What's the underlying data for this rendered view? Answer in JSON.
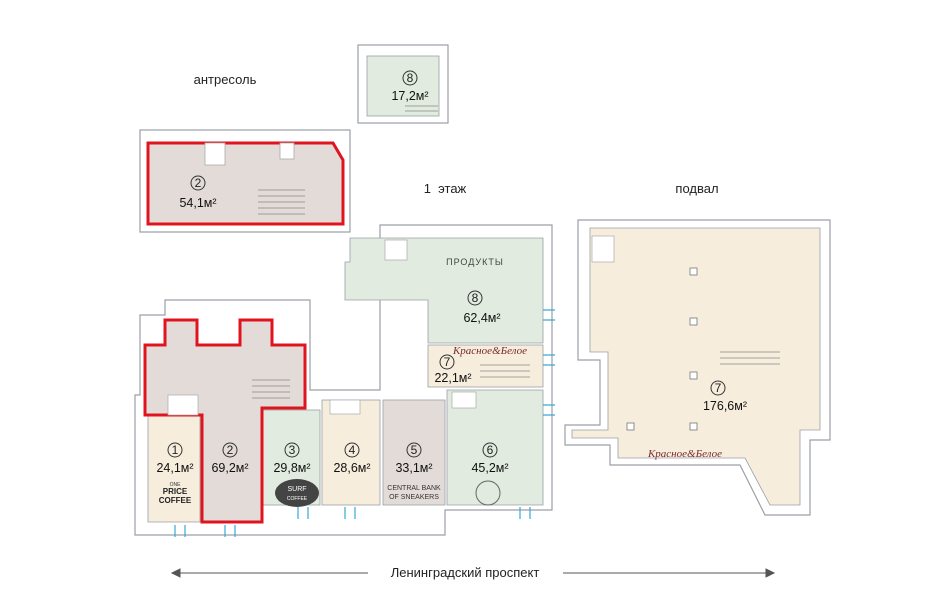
{
  "headings": {
    "mezzanine": "антресоль",
    "floor1": "1  этаж",
    "basement": "подвал",
    "street": "Ленинградский проспект"
  },
  "units": {
    "mezz_2": {
      "num": "2",
      "area": "54,1м²"
    },
    "top_8": {
      "num": "8",
      "area": "17,2м²"
    },
    "u1": {
      "num": "1",
      "area": "24,1м²"
    },
    "u2": {
      "num": "2",
      "area": "69,2м²"
    },
    "u3": {
      "num": "3",
      "area": "29,8м²"
    },
    "u4": {
      "num": "4",
      "area": "28,6м²"
    },
    "u5": {
      "num": "5",
      "area": "33,1м²"
    },
    "u6": {
      "num": "6",
      "area": "45,2м²"
    },
    "u7": {
      "num": "7",
      "area": "22,1м²"
    },
    "u8": {
      "num": "8",
      "area": "62,4м²"
    },
    "b7": {
      "num": "7",
      "area": "176,6м²"
    }
  },
  "labels": {
    "products": "ПРОДУКТЫ",
    "kb_floor": "Красное&Белое",
    "kb_basement": "Красное&Белое",
    "cbs_line1": "CENTRAL BANK",
    "cbs_line2": "OF SNEAKERS",
    "price_line1": "ONE",
    "price_line2": "PRICE",
    "price_line3": "COFFEE",
    "surf": "SURF",
    "surf2": "COFFEE"
  },
  "colors": {
    "grey": "#e3dbd8",
    "green": "#e1ebdf",
    "cream": "#f6eddd",
    "highlight": "#e0141e",
    "accent": "#3aa7d8"
  }
}
